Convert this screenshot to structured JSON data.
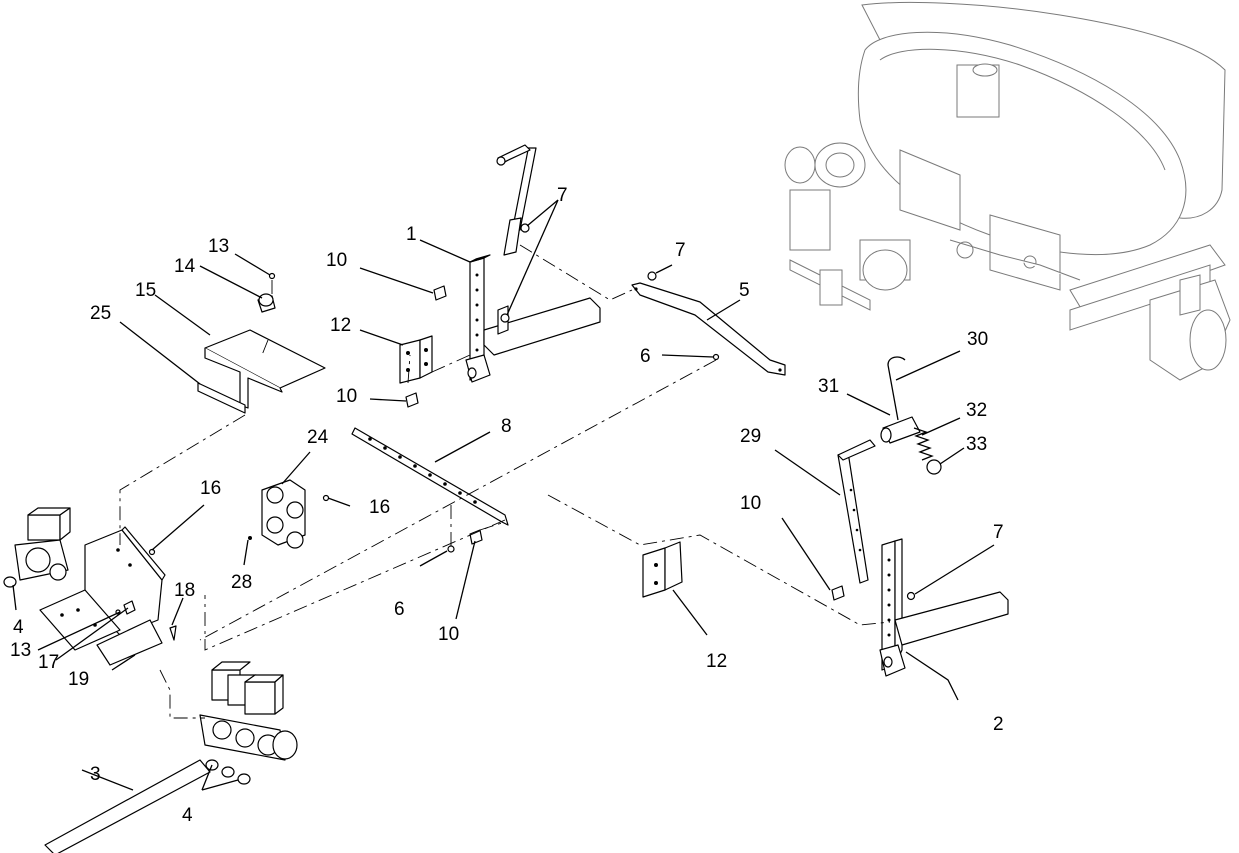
{
  "callouts": [
    {
      "id": "c1",
      "text": "1"
    },
    {
      "id": "c2",
      "text": "2"
    },
    {
      "id": "c3",
      "text": "3"
    },
    {
      "id": "c4a",
      "text": "4"
    },
    {
      "id": "c4b",
      "text": "4"
    },
    {
      "id": "c5",
      "text": "5"
    },
    {
      "id": "c6a",
      "text": "6"
    },
    {
      "id": "c6b",
      "text": "6"
    },
    {
      "id": "c7a",
      "text": "7"
    },
    {
      "id": "c7b",
      "text": "7"
    },
    {
      "id": "c7c",
      "text": "7"
    },
    {
      "id": "c8",
      "text": "8"
    },
    {
      "id": "c10a",
      "text": "10"
    },
    {
      "id": "c10b",
      "text": "10"
    },
    {
      "id": "c10c",
      "text": "10"
    },
    {
      "id": "c10d",
      "text": "10"
    },
    {
      "id": "c12a",
      "text": "12"
    },
    {
      "id": "c12b",
      "text": "12"
    },
    {
      "id": "c13a",
      "text": "13"
    },
    {
      "id": "c13b",
      "text": "13"
    },
    {
      "id": "c14",
      "text": "14"
    },
    {
      "id": "c15",
      "text": "15"
    },
    {
      "id": "c16a",
      "text": "16"
    },
    {
      "id": "c16b",
      "text": "16"
    },
    {
      "id": "c17",
      "text": "17"
    },
    {
      "id": "c18",
      "text": "18"
    },
    {
      "id": "c19",
      "text": "19"
    },
    {
      "id": "c24",
      "text": "24"
    },
    {
      "id": "c25",
      "text": "25"
    },
    {
      "id": "c28",
      "text": "28"
    },
    {
      "id": "c29",
      "text": "29"
    },
    {
      "id": "c30",
      "text": "30"
    },
    {
      "id": "c31",
      "text": "31"
    },
    {
      "id": "c32",
      "text": "32"
    },
    {
      "id": "c33",
      "text": "33"
    }
  ]
}
